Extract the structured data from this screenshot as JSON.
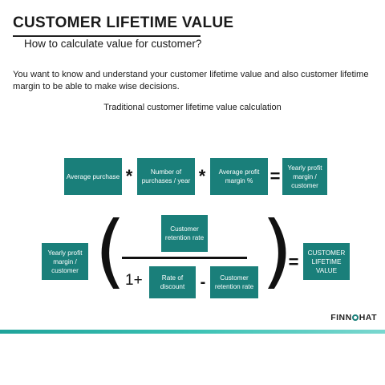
{
  "header": {
    "title": "CUSTOMER LIFETIME VALUE",
    "subtitle": "How to calculate value for customer?"
  },
  "intro": {
    "text": "You want to know and understand your customer lifetime value and also customer lifetime margin to be able to make wise decisions."
  },
  "formula1": {
    "heading": "Traditional customer lifetime value calculation",
    "box_average_purchase": "Average purchase",
    "op_multiply_1": "*",
    "box_number_of_purchases": "Number of purchases / year",
    "op_multiply_2": "*",
    "box_average_profit_margin": "Average profit margin %",
    "op_equals": "=",
    "box_yearly_profit_margin": "Yearly profit margin / customer"
  },
  "formula2": {
    "box_yearly_profit_margin": "Yearly profit margin / customer",
    "paren_open": "(",
    "box_retention_rate_top": "Customer retention rate",
    "one_plus": "1+",
    "box_rate_of_discount": "Rate of discount",
    "op_minus": "-",
    "box_retention_rate_bottom": "Customer retention rate",
    "paren_close": ")",
    "op_equals": "=",
    "box_result": "CUSTOMER LIFETIME VALUE"
  },
  "brand": {
    "logo_prefix": "FINN",
    "logo_suffix": "HAT"
  },
  "colors": {
    "box_fill": "#1a7f7a",
    "box_text": "#ffffff",
    "accent_bar": "#3cc2b4"
  }
}
